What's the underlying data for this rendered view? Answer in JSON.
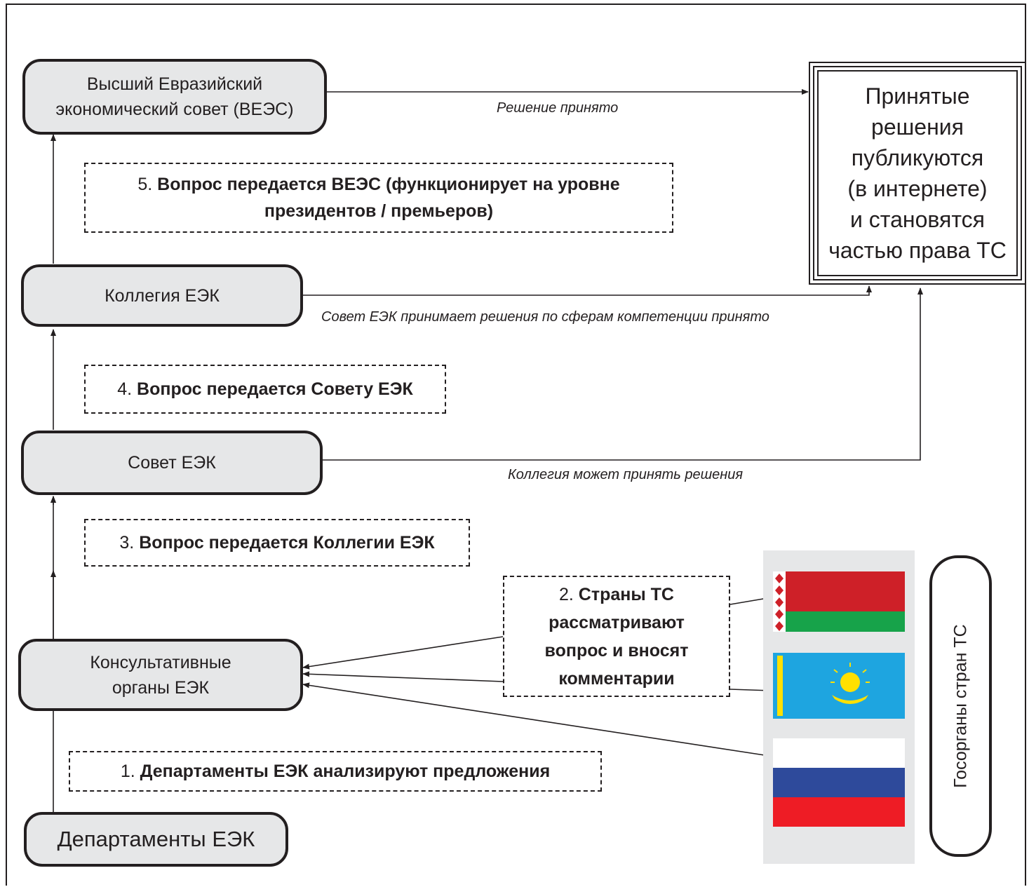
{
  "nodes": {
    "supreme_council": [
      "Высший Евразийский",
      "экономический совет (ВЕЭС)"
    ],
    "board": "Коллегия ЕЭК",
    "council": "Совет ЕЭК",
    "advisory": [
      "Консультативные",
      "органы ЕЭК"
    ],
    "departments": "Департаменты ЕЭК"
  },
  "steps": {
    "step1": {
      "num": "1.",
      "text": "Департаменты ЕЭК анализируют предложения"
    },
    "step2": {
      "num": "2.",
      "text_l1": "Страны ТС",
      "text_l2": "рассматривают",
      "text_l3": "вопрос и вносят",
      "text_l4": "комментарии"
    },
    "step3": {
      "num": "3.",
      "text": "Вопрос передается Коллегии ЕЭК"
    },
    "step4": {
      "num": "4.",
      "text": "Вопрос передается Совету ЕЭК"
    },
    "step5": {
      "num": "5.",
      "text_l1": "Вопрос передается ВЕЭС (функционирует на уровне",
      "text_l2": "президентов / премьеров)"
    }
  },
  "edge_labels": {
    "supreme": "Решение принято",
    "board": "Совет ЕЭК принимает решения по сферам компетенции  принято",
    "council": "Коллегия может принять решения"
  },
  "published": [
    "Принятые",
    "решения",
    "публикуются",
    "(в интернете)",
    "и становятся",
    "частью права ТС"
  ],
  "side_label": "Госорганы стран ТС",
  "flags": [
    "belarus-flag",
    "kazakhstan-flag",
    "russia-flag"
  ],
  "colors": {
    "node_fill": "#e6e7e8",
    "stroke": "#231f20",
    "belarus_red": "#ce2028",
    "belarus_green": "#17a34a",
    "kazakhstan_blue": "#1ea5e0",
    "kazakhstan_gold": "#ffe000",
    "russia_white": "#ffffff",
    "russia_blue": "#2e4a9b",
    "russia_red": "#ee1c25"
  }
}
